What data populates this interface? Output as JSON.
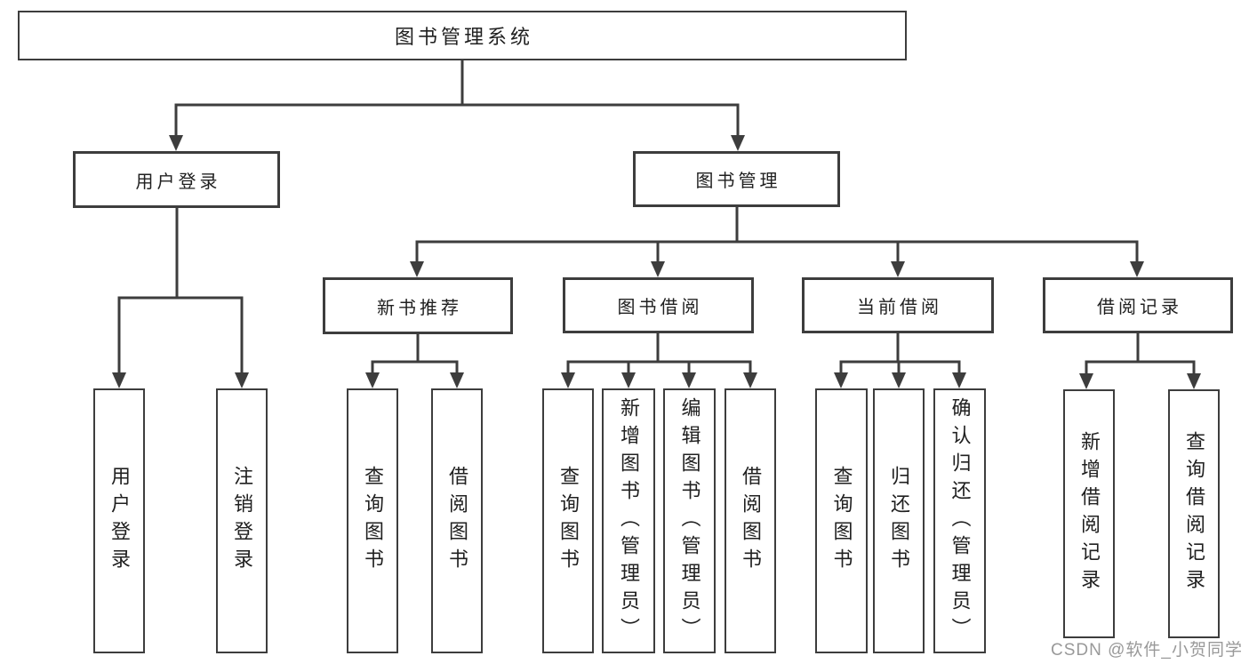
{
  "tree": {
    "root": {
      "label": "图书管理系统"
    },
    "children": [
      {
        "label": "用户登录",
        "children": [
          {
            "label": "用户登录"
          },
          {
            "label": "注销登录"
          }
        ]
      },
      {
        "label": "图书管理",
        "children": [
          {
            "label": "新书推荐",
            "children": [
              {
                "label": "查询图书"
              },
              {
                "label": "借阅图书"
              }
            ]
          },
          {
            "label": "图书借阅",
            "children": [
              {
                "label": "查询图书"
              },
              {
                "label": "新增图书（管理员）"
              },
              {
                "label": "编辑图书（管理员）"
              },
              {
                "label": "借阅图书"
              }
            ]
          },
          {
            "label": "当前借阅",
            "children": [
              {
                "label": "查询图书"
              },
              {
                "label": "归还图书"
              },
              {
                "label": "确认归还（管理员）"
              }
            ]
          },
          {
            "label": "借阅记录",
            "children": [
              {
                "label": "新增借阅记录"
              },
              {
                "label": "查询借阅记录"
              }
            ]
          }
        ]
      }
    ]
  },
  "watermark": {
    "text": "CSDN @软件_小贺同学"
  },
  "colors": {
    "stroke": "#3d3d3d",
    "text": "#202020",
    "watermark": "#999999",
    "background": "#ffffff"
  }
}
